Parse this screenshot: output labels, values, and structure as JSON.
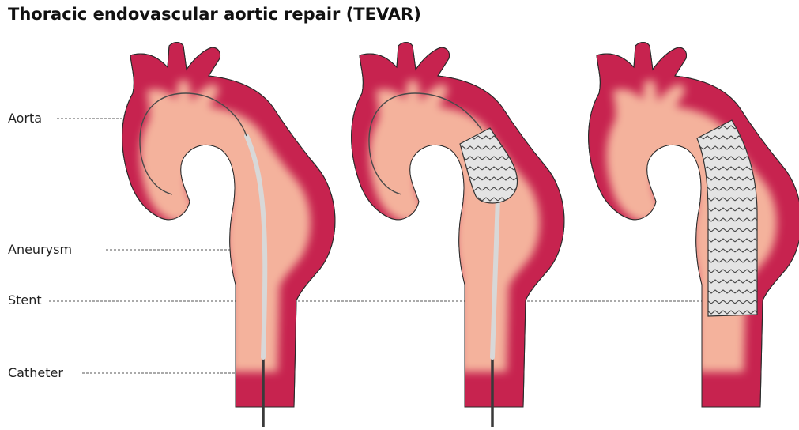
{
  "title": "Thoracic endovascular aortic repair (TEVAR)",
  "labels": {
    "aorta": "Aorta",
    "aneurysm": "Aneurysm",
    "stent": "Stent",
    "catheter": "Catheter"
  },
  "stages": [
    "catheter-inserted",
    "stent-deploying",
    "stent-deployed"
  ],
  "colors": {
    "vessel_wall": "#c7234f",
    "vessel_lumen": "#f4b29c",
    "stent_fill": "#e4e4e4",
    "stent_wire": "#444444",
    "guidewire": "#4a4a4a",
    "catheter_sheath": "#d8d8d8",
    "catheter_shaft": "#3a3a3a",
    "leader_line": "#555555"
  }
}
